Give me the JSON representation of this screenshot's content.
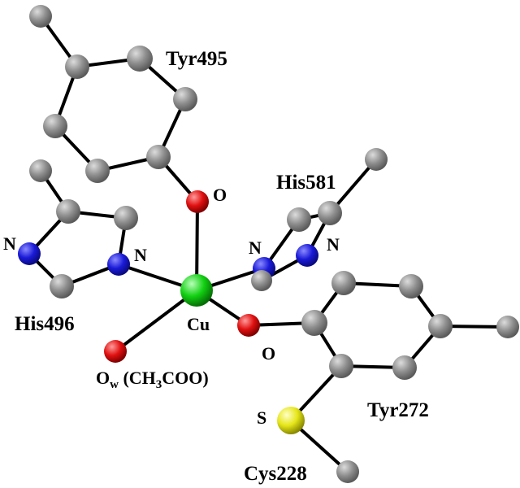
{
  "labels": {
    "tyr495": "Tyr495",
    "his581": "His581",
    "his496": "His496",
    "tyr272": "Tyr272",
    "cys228": "Cys228",
    "cu": "Cu",
    "o_tyr495": "O",
    "o_tyr272": "O",
    "n_his496_left": "N",
    "n_his496_right": "N",
    "n_his581_left": "N",
    "n_his581_right": "N",
    "s_cys228": "S",
    "ow_main": "O",
    "ow_sub": "w",
    "ow_rest_1": " (CH",
    "ow_sub3": "3",
    "ow_rest_2": "COO)"
  },
  "atom_colors": {
    "carbon": "#8c8c8c",
    "nitrogen": "#1818d8",
    "oxygen": "#e01010",
    "copper": "#10d010",
    "sulfur": "#e8e820"
  }
}
